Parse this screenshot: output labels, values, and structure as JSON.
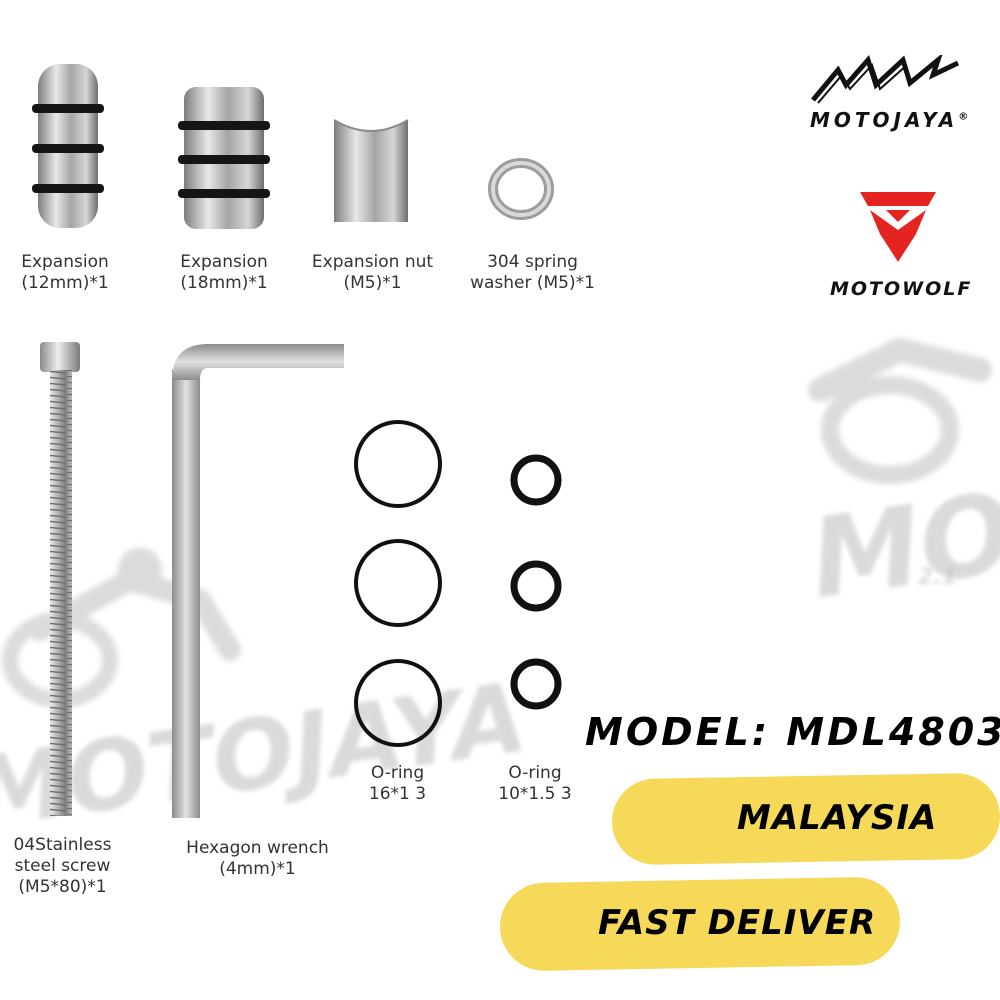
{
  "brands": {
    "motojaya": "MOTOJAYA",
    "motojaya_mark": "®",
    "motowolf": "MOTOWOLF"
  },
  "watermarks": {
    "left": "MOTOJAYA",
    "right": "MOTO",
    "right_sub": "2.1"
  },
  "parts": [
    {
      "line1": "Expansion",
      "line2": "(12mm)*1"
    },
    {
      "line1": "Expansion",
      "line2": "(18mm)*1"
    },
    {
      "line1": "Expansion nut",
      "line2": "(M5)*1"
    },
    {
      "line1": "304 spring",
      "line2": "washer (M5)*1"
    },
    {
      "line1": "04Stainless",
      "line2": "steel screw",
      "line3": "(M5*80)*1"
    },
    {
      "line1": "Hexagon wrench",
      "line2": "(4mm)*1"
    },
    {
      "line1": "O-ring",
      "line2": "16*1  3"
    },
    {
      "line1": "O-ring",
      "line2": "10*1.5 3"
    }
  ],
  "model": "MODEL: MDL4803",
  "badges": {
    "country": "MALAYSIA",
    "shipping": "FAST DELIVER"
  },
  "colors": {
    "badge": "#f7d95a",
    "motowolf_red": "#e52421",
    "oring": "#111111",
    "metal": "#b8b8b8"
  }
}
